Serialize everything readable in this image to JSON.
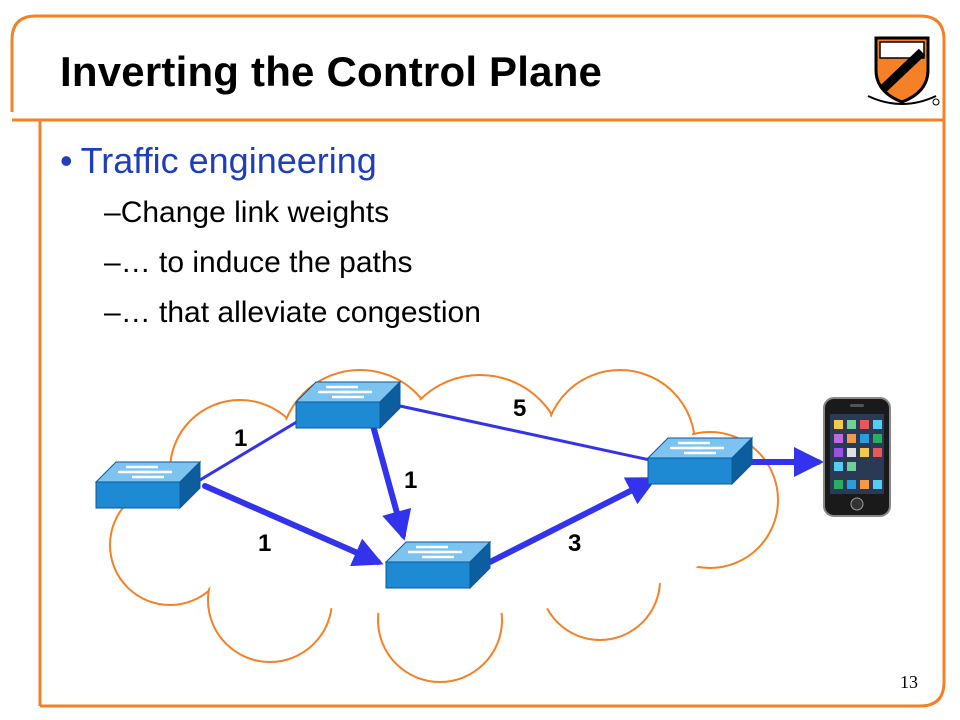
{
  "slide": {
    "title": "Inverting the Control Plane",
    "bullet_marker": "•",
    "bullet": "Traffic engineering",
    "subbullets": [
      {
        "dash": "–",
        "text": "Change link weights"
      },
      {
        "dash": "–",
        "text": "… to induce the paths"
      },
      {
        "dash": "–",
        "text": "… that alleviate congestion"
      }
    ],
    "page_number": "13"
  },
  "diagram": {
    "link_weights": {
      "left_to_top": "1",
      "left_to_bottom": "1",
      "top_to_bottom": "1",
      "top_to_right": "5",
      "bottom_to_right": "3"
    }
  },
  "colors": {
    "frame": "#F58025",
    "bullet": "#1F3FB8",
    "link": "#3333EE",
    "switch": "#1E90D8",
    "cloud_stroke": "#F58025"
  },
  "icons": {
    "logo": "princeton-shield-icon",
    "switch": "network-switch-icon",
    "phone": "smartphone-icon"
  }
}
